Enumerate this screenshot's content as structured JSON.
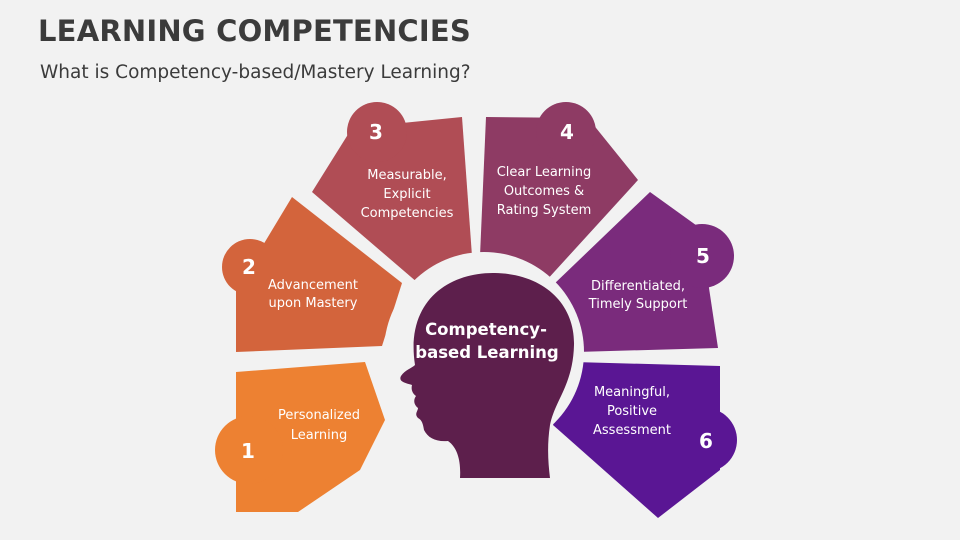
{
  "header": {
    "title": "LEARNING COMPETENCIES",
    "subtitle": "What is Competency-based/Mastery Learning?"
  },
  "center": {
    "line1": "Competency-",
    "line2": "based Learning",
    "color": "#5d1f4c"
  },
  "segments": [
    {
      "number": "1",
      "lines": [
        "Personalized",
        "Learning"
      ],
      "color": "#ed8132"
    },
    {
      "number": "2",
      "lines": [
        "Advancement",
        "upon Mastery"
      ],
      "color": "#d3643c"
    },
    {
      "number": "3",
      "lines": [
        "Measurable,",
        "Explicit",
        "Competencies"
      ],
      "color": "#b04d55"
    },
    {
      "number": "4",
      "lines": [
        "Clear Learning",
        "Outcomes &",
        "Rating System"
      ],
      "color": "#8e3b64"
    },
    {
      "number": "5",
      "lines": [
        "Differentiated,",
        "Timely Support"
      ],
      "color": "#7a2b7c"
    },
    {
      "number": "6",
      "lines": [
        "Meaningful,",
        "Positive",
        "Assessment"
      ],
      "color": "#5a1694"
    }
  ]
}
